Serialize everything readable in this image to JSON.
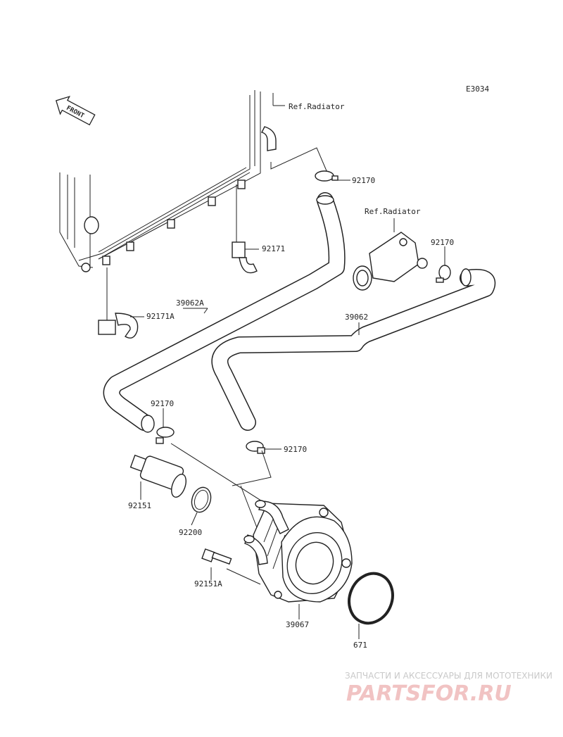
{
  "diagram_code": "E3034",
  "front_label": "FRONT",
  "ref_labels": {
    "upper": "Ref.Radiator",
    "right": "Ref.Radiator"
  },
  "parts": {
    "clamp_top": "92170",
    "clip_upper": "92171",
    "hose_left": "39062A",
    "clip_lower": "92171A",
    "hose_right": "39062",
    "clamp_right": "92170",
    "clamp_left_low": "92170",
    "clamp_mid_low": "92170",
    "fitting": "92151",
    "gasket": "92200",
    "bolt": "92151A",
    "cooler": "39067",
    "oring": "671"
  },
  "watermark": {
    "line1": "ЗАПЧАСТИ И АКСЕССУАРЫ ДЛЯ МОТОТЕХНИКИ",
    "line2": "PARTSFOR.RU"
  }
}
